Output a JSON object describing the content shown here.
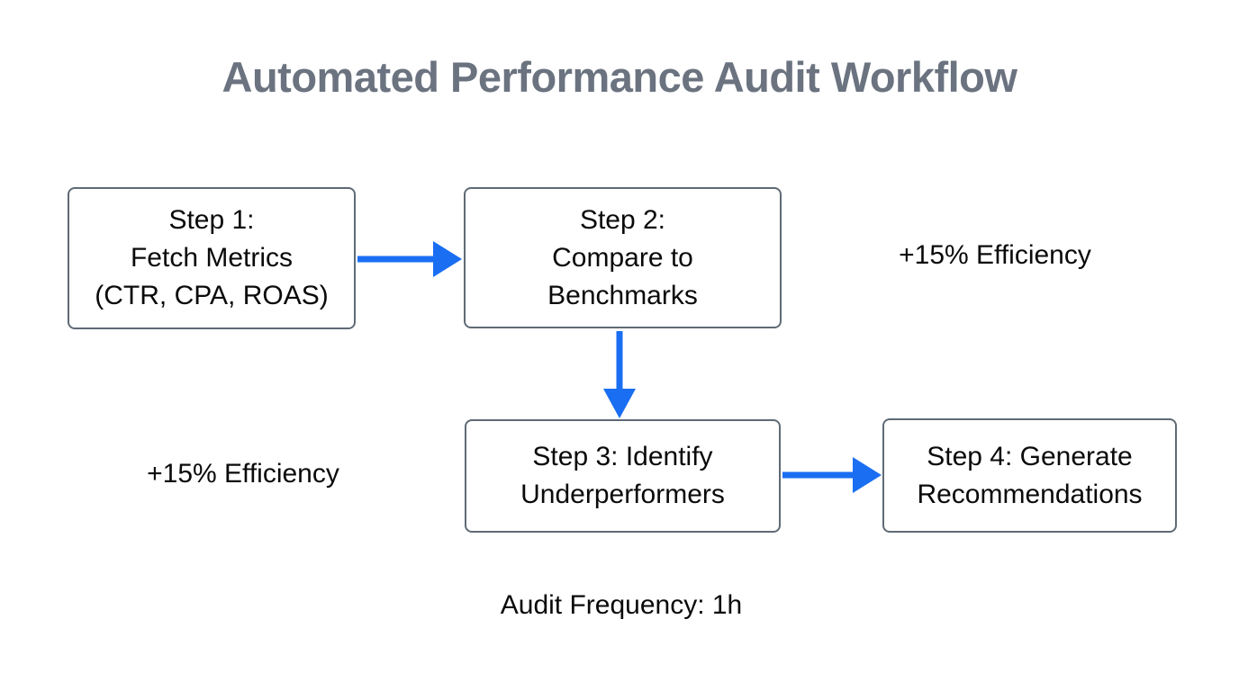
{
  "title": "Automated Performance Audit Workflow",
  "colors": {
    "arrow": "#1a6ef2",
    "box_border": "#5f6a75",
    "title": "#6b7380",
    "text": "#0a0a0a",
    "background": "#ffffff"
  },
  "diagram": {
    "nodes": [
      {
        "id": "step1",
        "lines": [
          "Step 1:",
          "Fetch Metrics",
          "(CTR, CPA, ROAS)"
        ]
      },
      {
        "id": "step2",
        "lines": [
          "Step 2:",
          "Compare to",
          "Benchmarks"
        ]
      },
      {
        "id": "step3",
        "lines": [
          "Step 3: Identify",
          "Underperformers"
        ]
      },
      {
        "id": "step4",
        "lines": [
          "Step 4: Generate",
          "Recommendations"
        ]
      }
    ],
    "edges": [
      {
        "from": "step1",
        "to": "step2",
        "direction": "right"
      },
      {
        "from": "step2",
        "to": "step3",
        "direction": "down"
      },
      {
        "from": "step3",
        "to": "step4",
        "direction": "right"
      }
    ],
    "annotations": [
      {
        "id": "efficiency-right",
        "text": "+15% Efficiency"
      },
      {
        "id": "efficiency-left",
        "text": "+15% Efficiency"
      },
      {
        "id": "audit-frequency",
        "text": "Audit Frequency: 1h"
      }
    ]
  }
}
